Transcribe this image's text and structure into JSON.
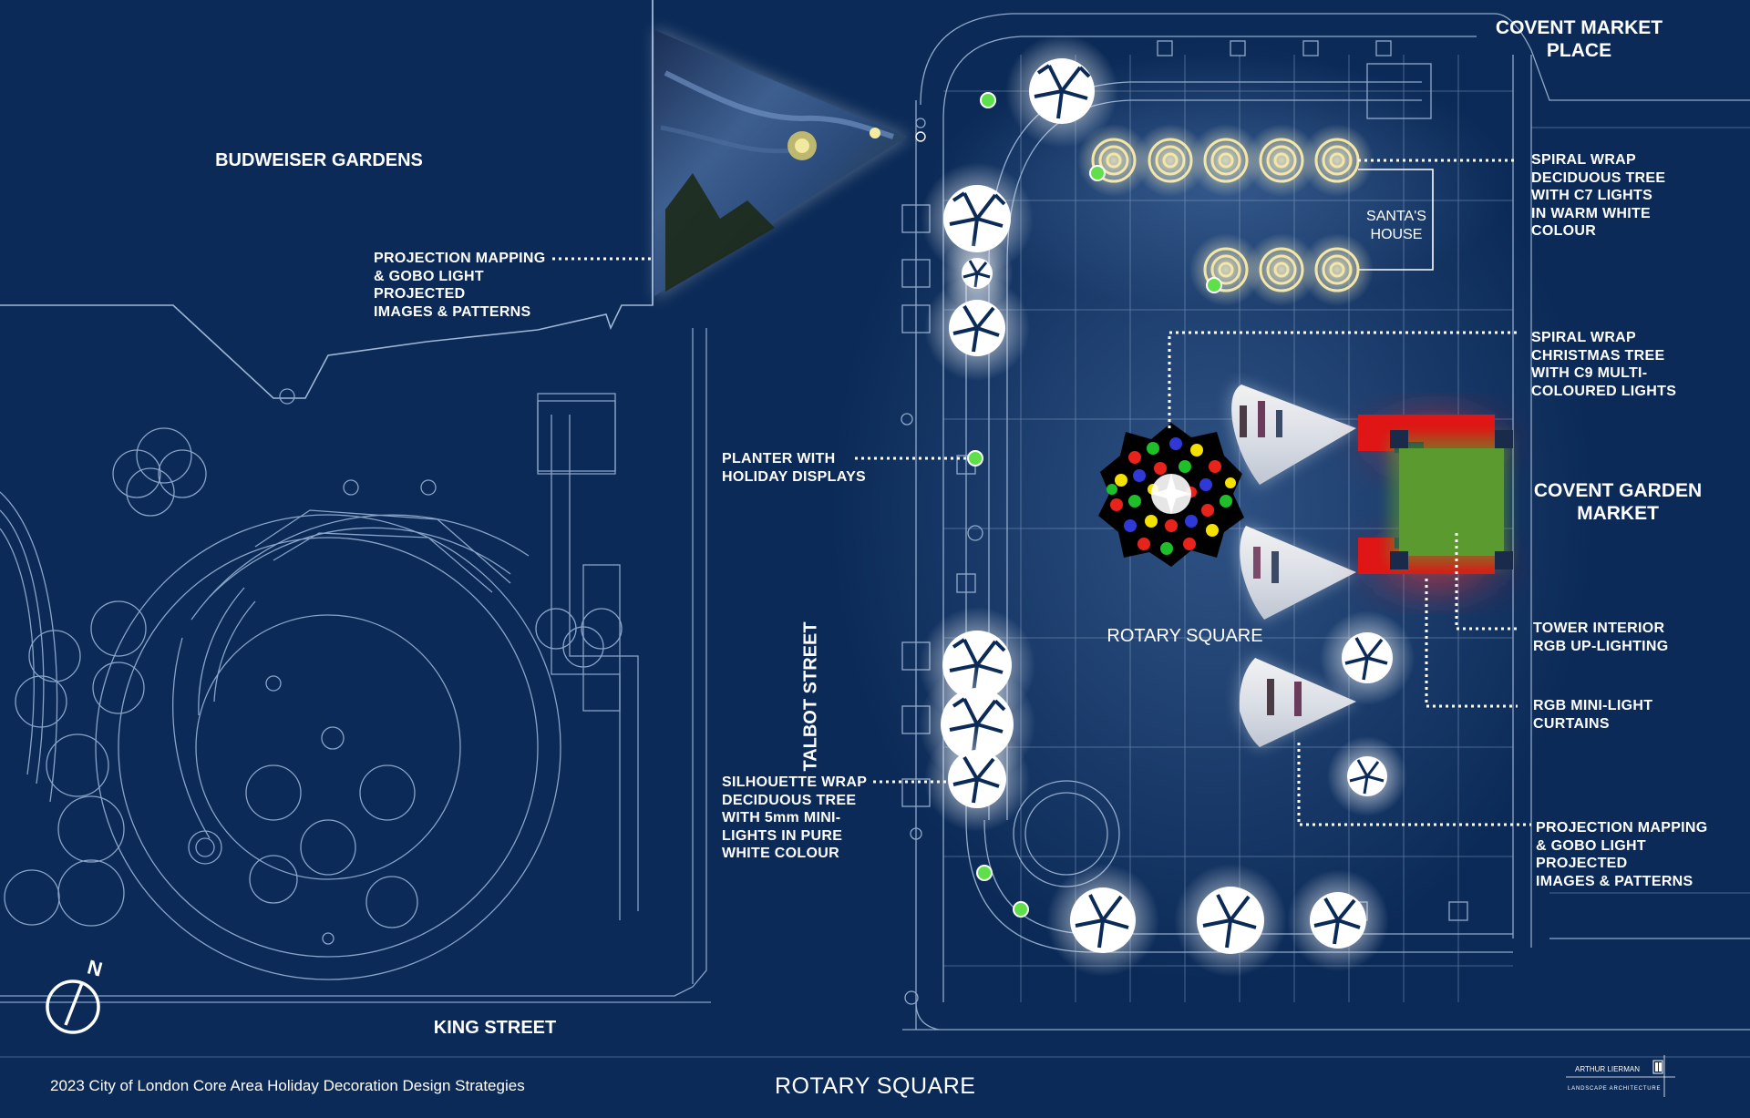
{
  "places": {
    "budweiser": "BUDWEISER GARDENS",
    "covent_market_place": "COVENT MARKET\nPLACE",
    "covent_garden_market": "COVENT GARDEN\nMARKET",
    "rotary_square": "ROTARY  SQUARE",
    "talbot_street": "TALBOT STREET",
    "king_street": "KING STREET",
    "santas_house": "SANTA'S\nHOUSE"
  },
  "notes": {
    "projection_top": "PROJECTION MAPPING\n& GOBO LIGHT PROJECTED\nIMAGES & PATTERNS",
    "planter": "PLANTER WITH\nHOLIDAY DISPLAYS",
    "silhouette": "SILHOUETTE WRAP\nDECIDUOUS TREE\nWITH 5mm MINI-\nLIGHTS IN PURE\nWHITE COLOUR",
    "spiral_deciduous": "SPIRAL WRAP\nDECIDUOUS TREE\nWITH C7 LIGHTS\nIN WARM WHITE\nCOLOUR",
    "spiral_christmas": "SPIRAL WRAP\nCHRISTMAS TREE\nWITH C9  MULTI-\nCOLOURED LIGHTS",
    "tower": "TOWER  INTERIOR\nRGB UP-LIGHTING",
    "curtains": "RGB MINI-LIGHT\nCURTAINS",
    "projection_bottom": "PROJECTION MAPPING\n& GOBO LIGHT\nPROJECTED\nIMAGES & PATTERNS"
  },
  "compass": {
    "label": "N"
  },
  "footer": {
    "caption": "2023 City of London Core Area Holiday Decoration  Design Strategies",
    "title": "ROTARY SQUARE"
  },
  "firm": {
    "name": "ARTHUR LIERMAN",
    "discipline": "LANDSCAPE ARCHITECTURE"
  },
  "colors": {
    "background": "#0b2a57",
    "linework": "#9fb6d6",
    "glow": "#ffffff",
    "tower_green": "#5a9a2e",
    "curtain_red": "#e01515",
    "spiral_gold": "#f3e6a6",
    "planter_green": "#5fe04a"
  }
}
